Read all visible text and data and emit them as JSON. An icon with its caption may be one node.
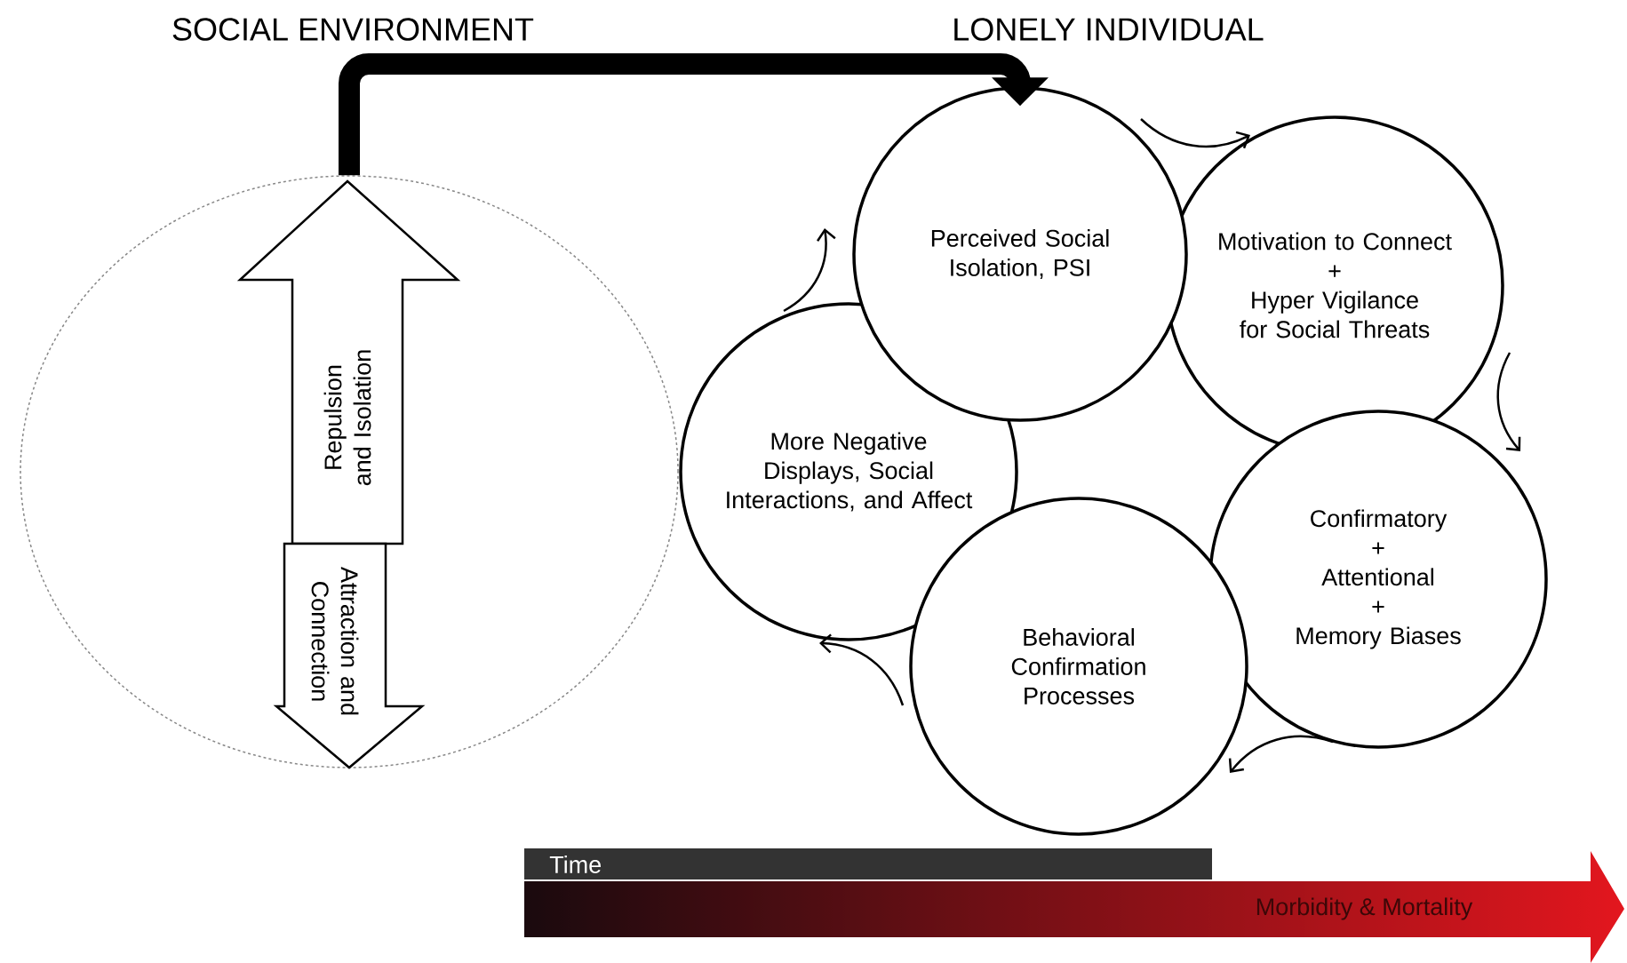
{
  "diagram": {
    "nodes": [
      {
        "text": [],
        "shape": "ellipse"
      },
      {
        "text": [
          "Repulsion and Isolation"
        ],
        "in": 0
      },
      {
        "text": [
          "Attraction and Connection"
        ],
        "in": 0
      },
      {
        "text": [
          "Perceived Social Isolation, PSI"
        ]
      },
      {
        "text": [
          "Motivation to Connect",
          "+",
          "Hyper Vigilance for Social Threats"
        ]
      },
      {
        "text": [
          "Confirmatory",
          "+",
          "Attentional",
          "+",
          "Memory Biases"
        ]
      },
      {
        "text": [
          "Behavioral Confirmation Processes"
        ]
      },
      {
        "text": [
          "More Negative Displays, Social Interactions, and Affect"
        ]
      },
      {
        "text": [
          "Time"
        ]
      },
      {
        "text": [
          "Morbidity & Mortality"
        ]
      }
    ],
    "edges": [
      {
        "from": 0,
        "to": 3,
        "arrow": "to",
        "style": "thick"
      },
      {
        "from": 3,
        "to": 4,
        "arrow": "to"
      },
      {
        "from": 4,
        "to": 5,
        "arrow": "to"
      },
      {
        "from": 5,
        "to": 6,
        "arrow": "to"
      },
      {
        "from": 6,
        "to": 7,
        "arrow": "to"
      },
      {
        "from": 7,
        "to": 3,
        "arrow": "to"
      }
    ],
    "labels": [
      "SOCIAL ENVIRONMENT",
      "LONELY INDIVIDUAL"
    ]
  }
}
